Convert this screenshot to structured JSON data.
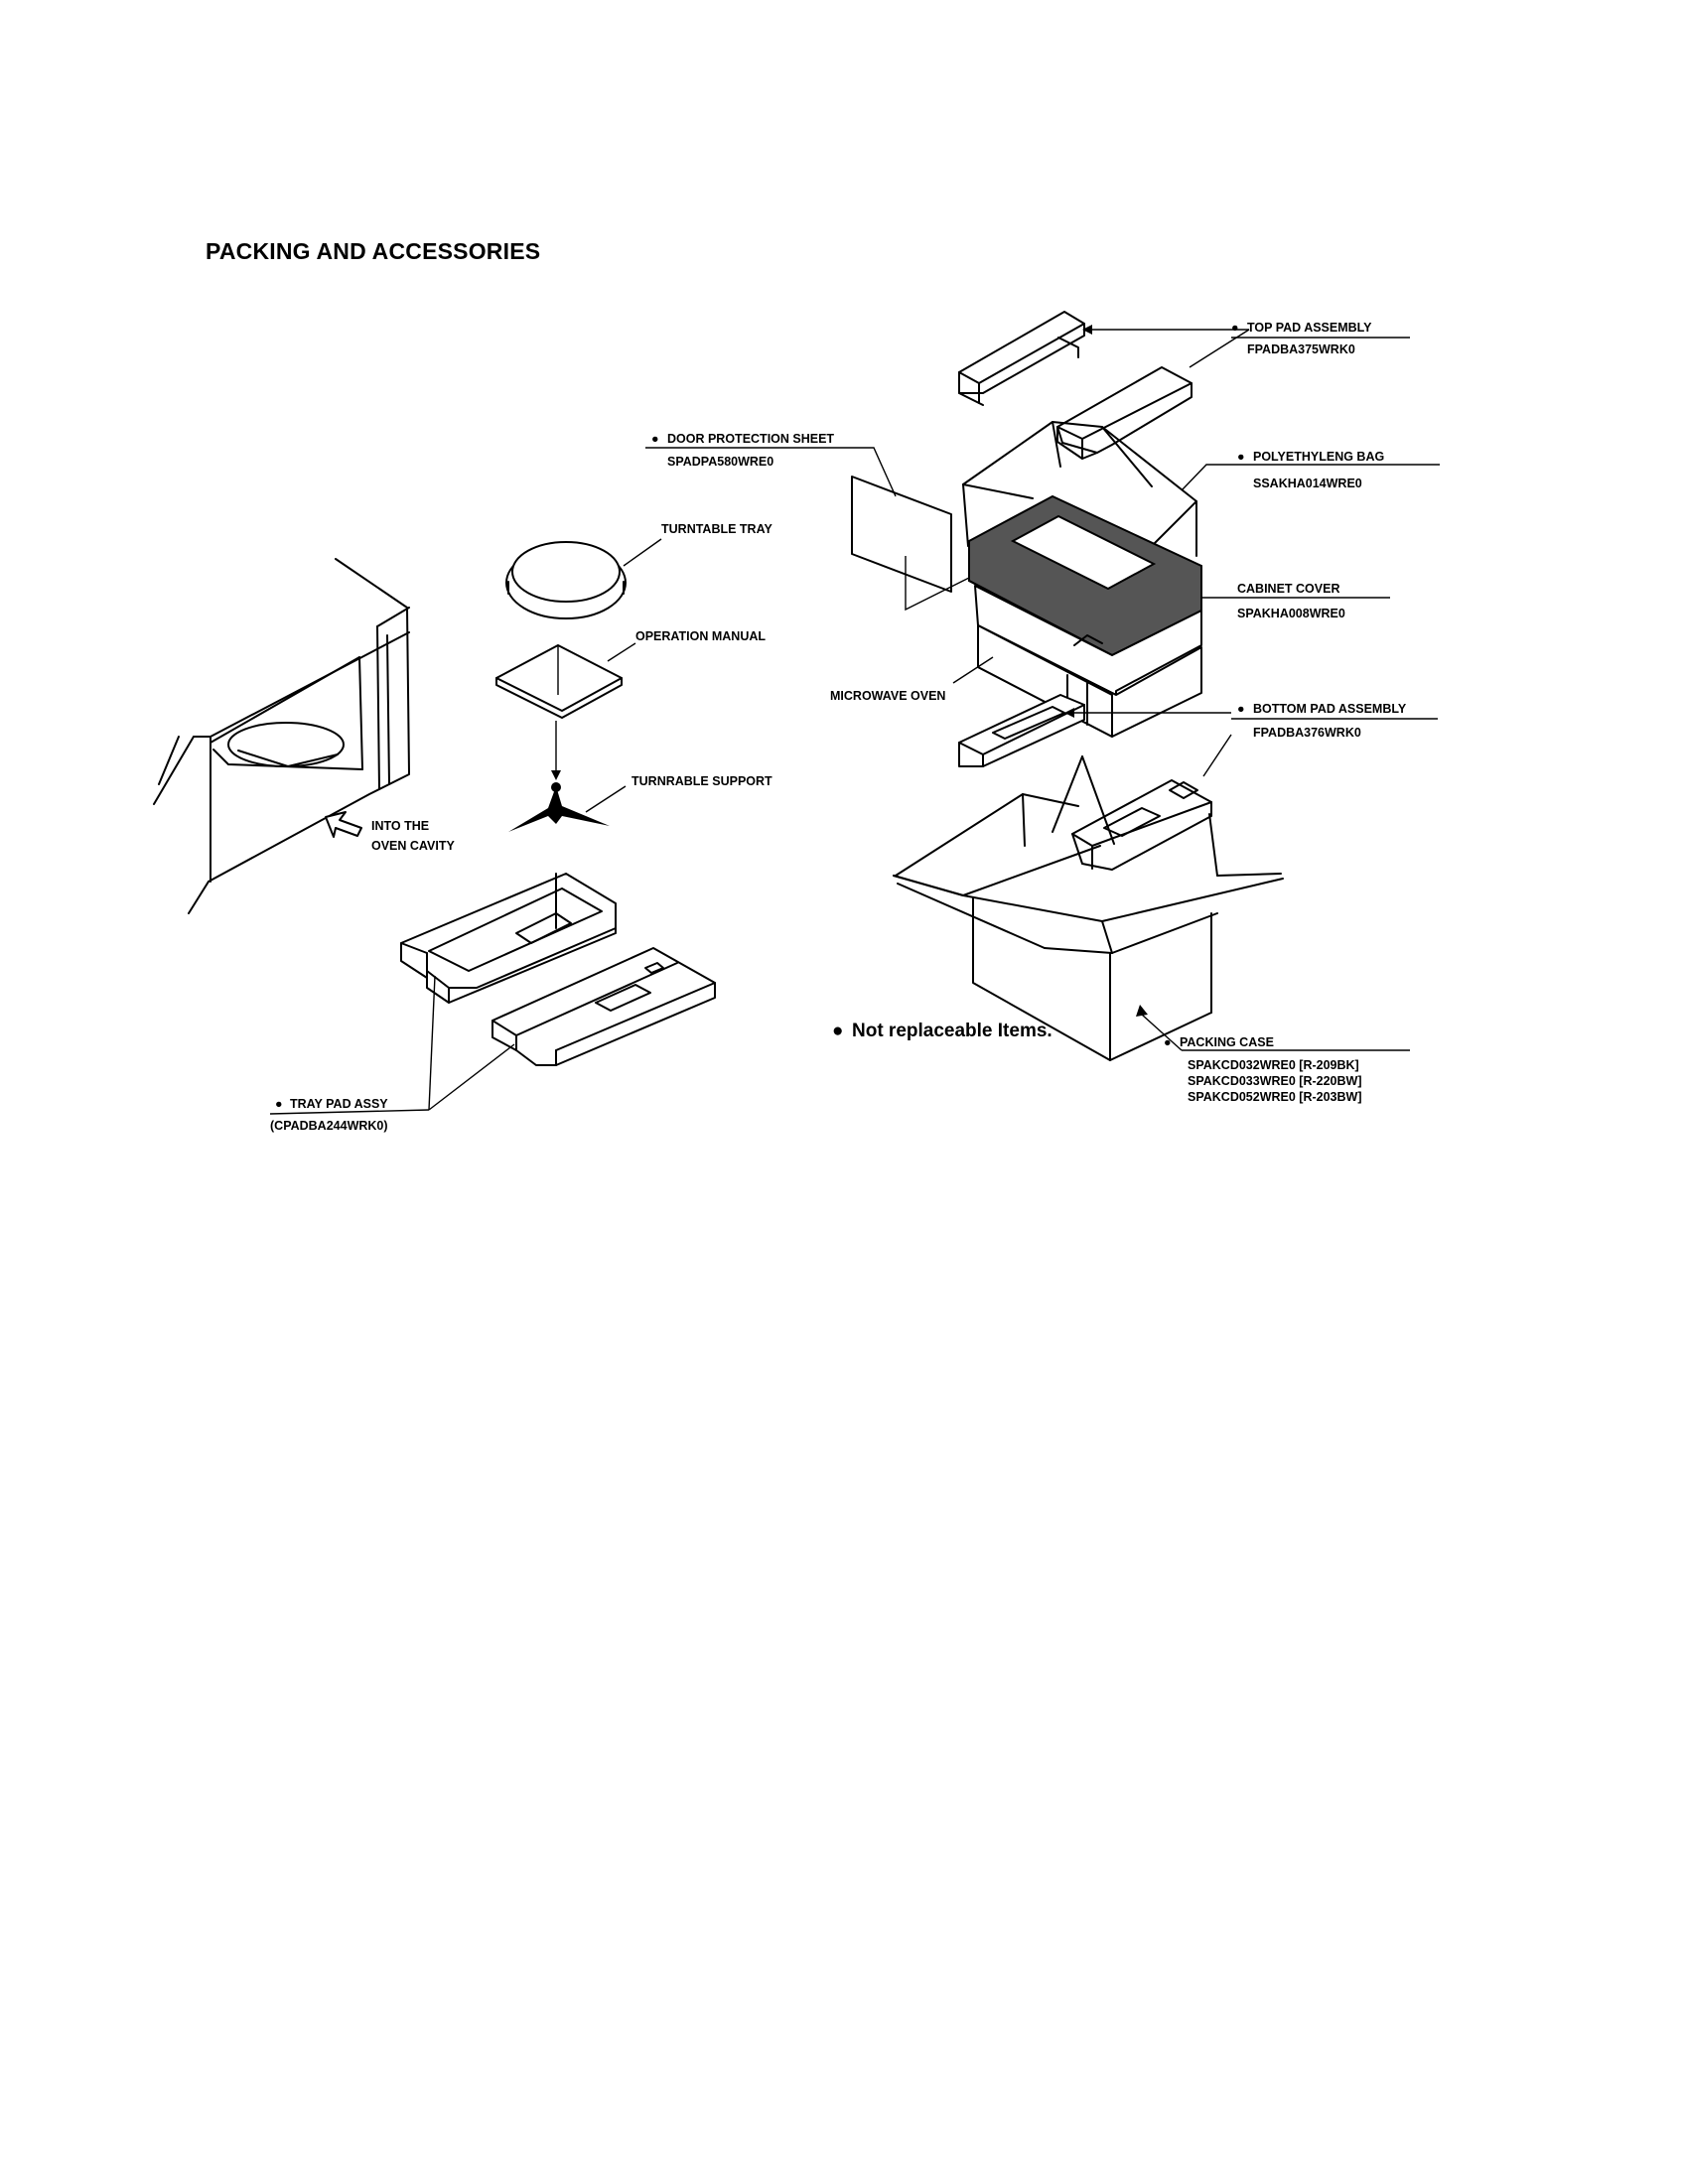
{
  "page": {
    "title": "PACKING AND ACCESSORIES"
  },
  "labels": {
    "top_pad": {
      "name": "TOP PAD ASSEMBLY",
      "part": "FPADBA375WRK0",
      "bullet": "●"
    },
    "door_sheet": {
      "name": "DOOR PROTECTION SHEET",
      "part": "SPADPA580WRE0",
      "bullet": "●"
    },
    "poly_bag": {
      "name": "POLYETHYLENG BAG",
      "part": "SSAKHA014WRE0",
      "bullet": "●"
    },
    "turntable_tray": {
      "name": "TURNTABLE TRAY"
    },
    "cabinet_cover": {
      "name": "CABINET COVER",
      "part": "SPAKHA008WRE0"
    },
    "operation_manual": {
      "name": "OPERATION MANUAL"
    },
    "microwave_oven": {
      "name": "MICROWAVE OVEN"
    },
    "bottom_pad": {
      "name": "BOTTOM PAD ASSEMBLY",
      "part": "FPADBA376WRK0",
      "bullet": "●"
    },
    "turntable_support": {
      "name": "TURNRABLE SUPPORT"
    },
    "oven_cavity": {
      "line1": "INTO THE",
      "line2": "OVEN CAVITY"
    },
    "packing_case": {
      "name": "PACKING CASE",
      "bullet": "●",
      "parts": [
        "SPAKCD032WRE0 [R-209BK]",
        "SPAKCD033WRE0 [R-220BW]",
        "SPAKCD052WRE0 [R-203BW]"
      ]
    },
    "tray_pad": {
      "name": "TRAY PAD ASSY",
      "part": "(CPADBA244WRK0)",
      "bullet": "●"
    }
  },
  "note": {
    "text": "Not replaceable Items.",
    "bullet": "●"
  }
}
